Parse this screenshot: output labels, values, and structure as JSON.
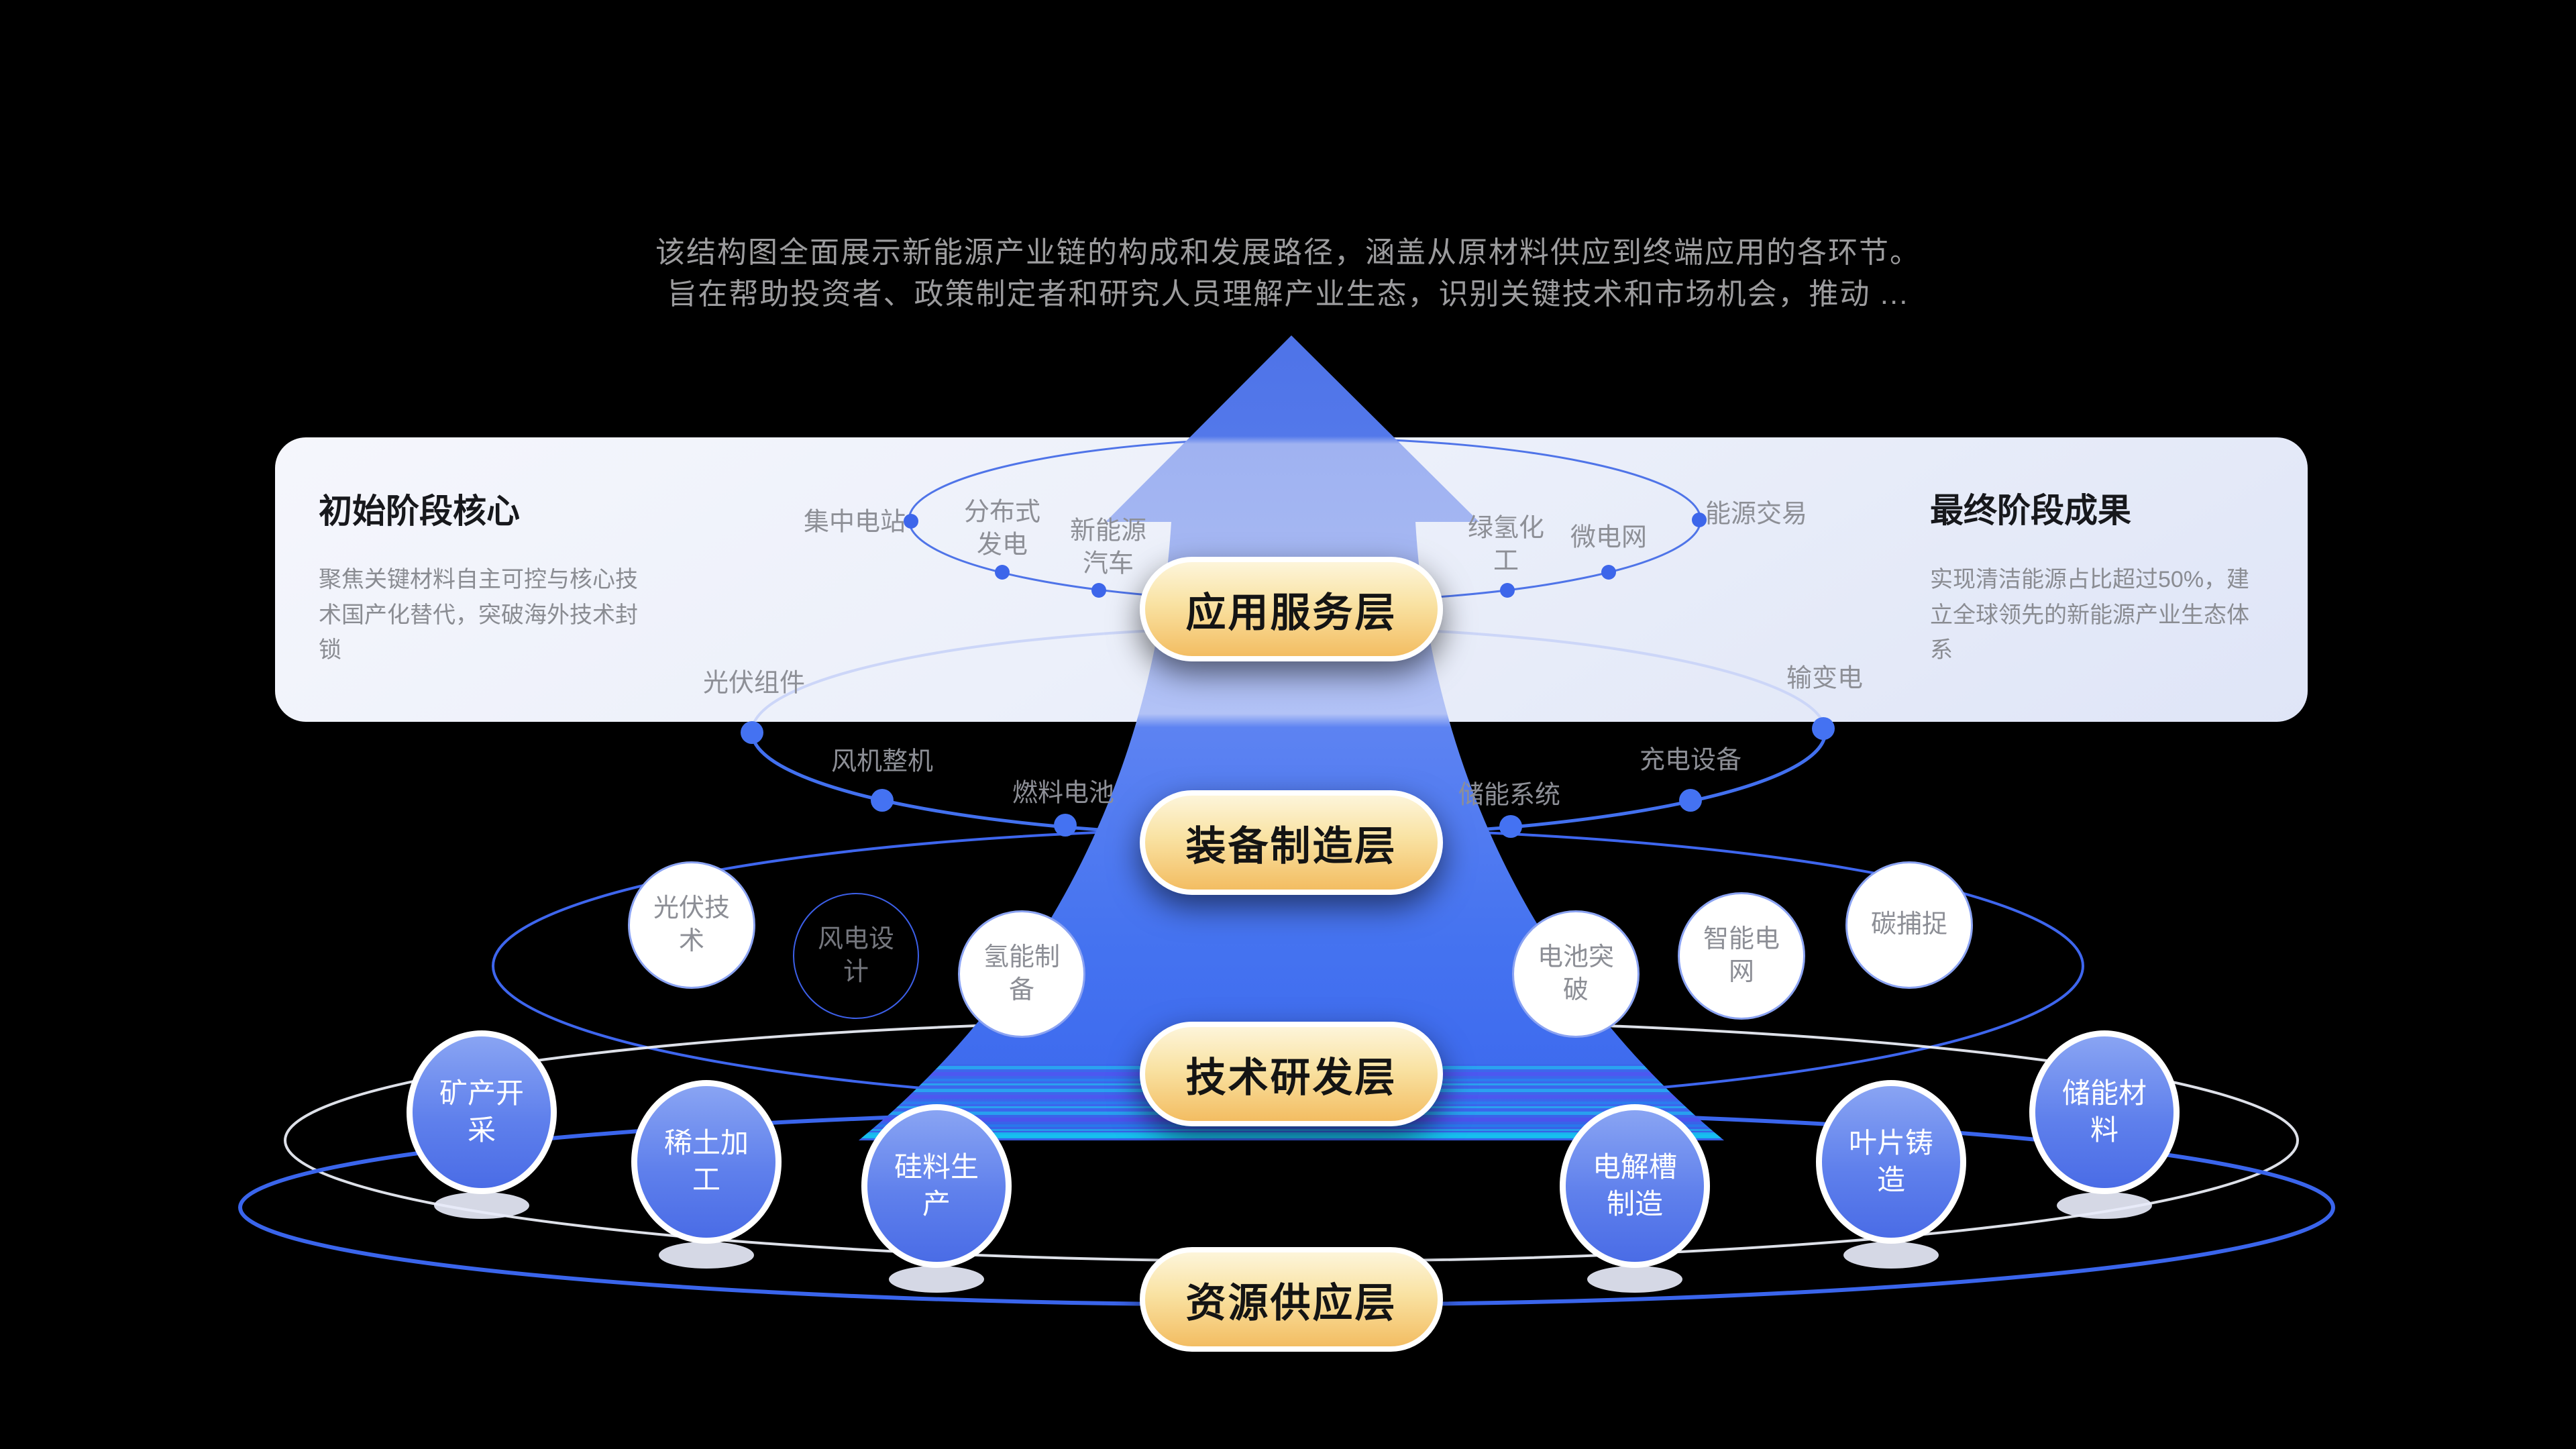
{
  "header": {
    "description_line1": "该结构图全面展示新能源产业链的构成和发展路径，涵盖从原材料供应到终端应用的各环节。",
    "description_line2": "旨在帮助投资者、政策制定者和研究人员理解产业生态，识别关键技术和市场机会，推动 ..."
  },
  "stages": {
    "initial": {
      "title": "初始阶段核心",
      "body": "聚焦关键材料自主可控与核心技术国产化替代，突破海外技术封锁"
    },
    "final": {
      "title": "最终阶段成果",
      "body": "实现清洁能源占比超过50%，建立全球领先的新能源产业生态体系"
    }
  },
  "layers": [
    {
      "name": "应用服务层"
    },
    {
      "name": "装备制造层"
    },
    {
      "name": "技术研发层"
    },
    {
      "name": "资源供应层"
    }
  ],
  "application_layer_nodes": [
    "集中电站",
    "分布式发电",
    "新能源汽车",
    "绿氢化工",
    "微电网",
    "能源交易"
  ],
  "equipment_layer_nodes": [
    "光伏组件",
    "风机整机",
    "燃料电池",
    "储能系统",
    "充电设备",
    "输变电"
  ],
  "technology_layer_nodes": [
    "光伏技术",
    "风电设计",
    "氢能制备",
    "电池突破",
    "智能电网",
    "碳捕捉"
  ],
  "resource_layer_nodes": [
    "矿产开采",
    "稀土加工",
    "硅料生产",
    "电解槽制造",
    "叶片铸造",
    "储能材料"
  ],
  "colors": {
    "accent_blue": "#4472f0",
    "arrow_blue": "#4f73e9",
    "pill_top": "#fdf5da",
    "pill_bottom": "#f3bd62",
    "node_blue": "#5a7cec",
    "glitch_cyan": "#16d8f2"
  }
}
